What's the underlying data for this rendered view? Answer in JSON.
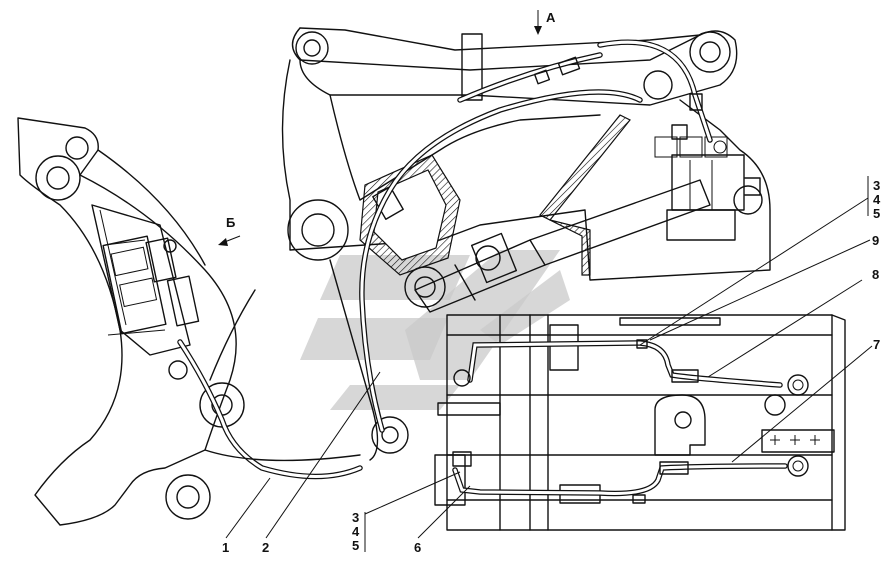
{
  "view_labels": {
    "view_a": "А",
    "view_b": "Б"
  },
  "callouts": {
    "c1": "1",
    "c2": "2",
    "c6": "6",
    "c7": "7",
    "c8": "8",
    "c9": "9",
    "group_right": [
      "3",
      "4",
      "5"
    ],
    "group_left": [
      "3",
      "4",
      "5"
    ]
  },
  "colors": {
    "line": "#111111",
    "watermark": "#c9c9c9",
    "background": "#ffffff"
  }
}
